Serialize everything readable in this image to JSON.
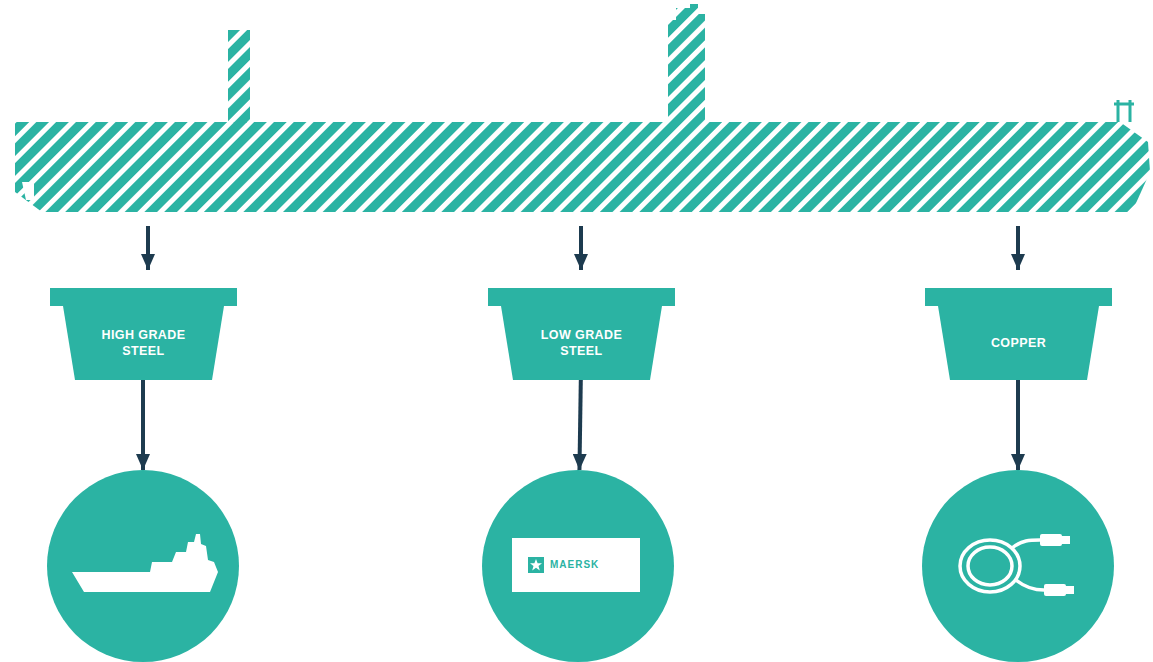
{
  "diagram": {
    "nodes": [
      {
        "text": [
          "HIGH GRADE STEEL"
        ]
      },
      {
        "text": [
          "LOW GRADE STEEL"
        ]
      },
      {
        "text": [
          "COPPER"
        ]
      },
      {
        "text": [
          "MAERSK"
        ]
      }
    ],
    "edges": [
      {
        "from": 1,
        "to": 3,
        "arrow": "to"
      }
    ]
  }
}
